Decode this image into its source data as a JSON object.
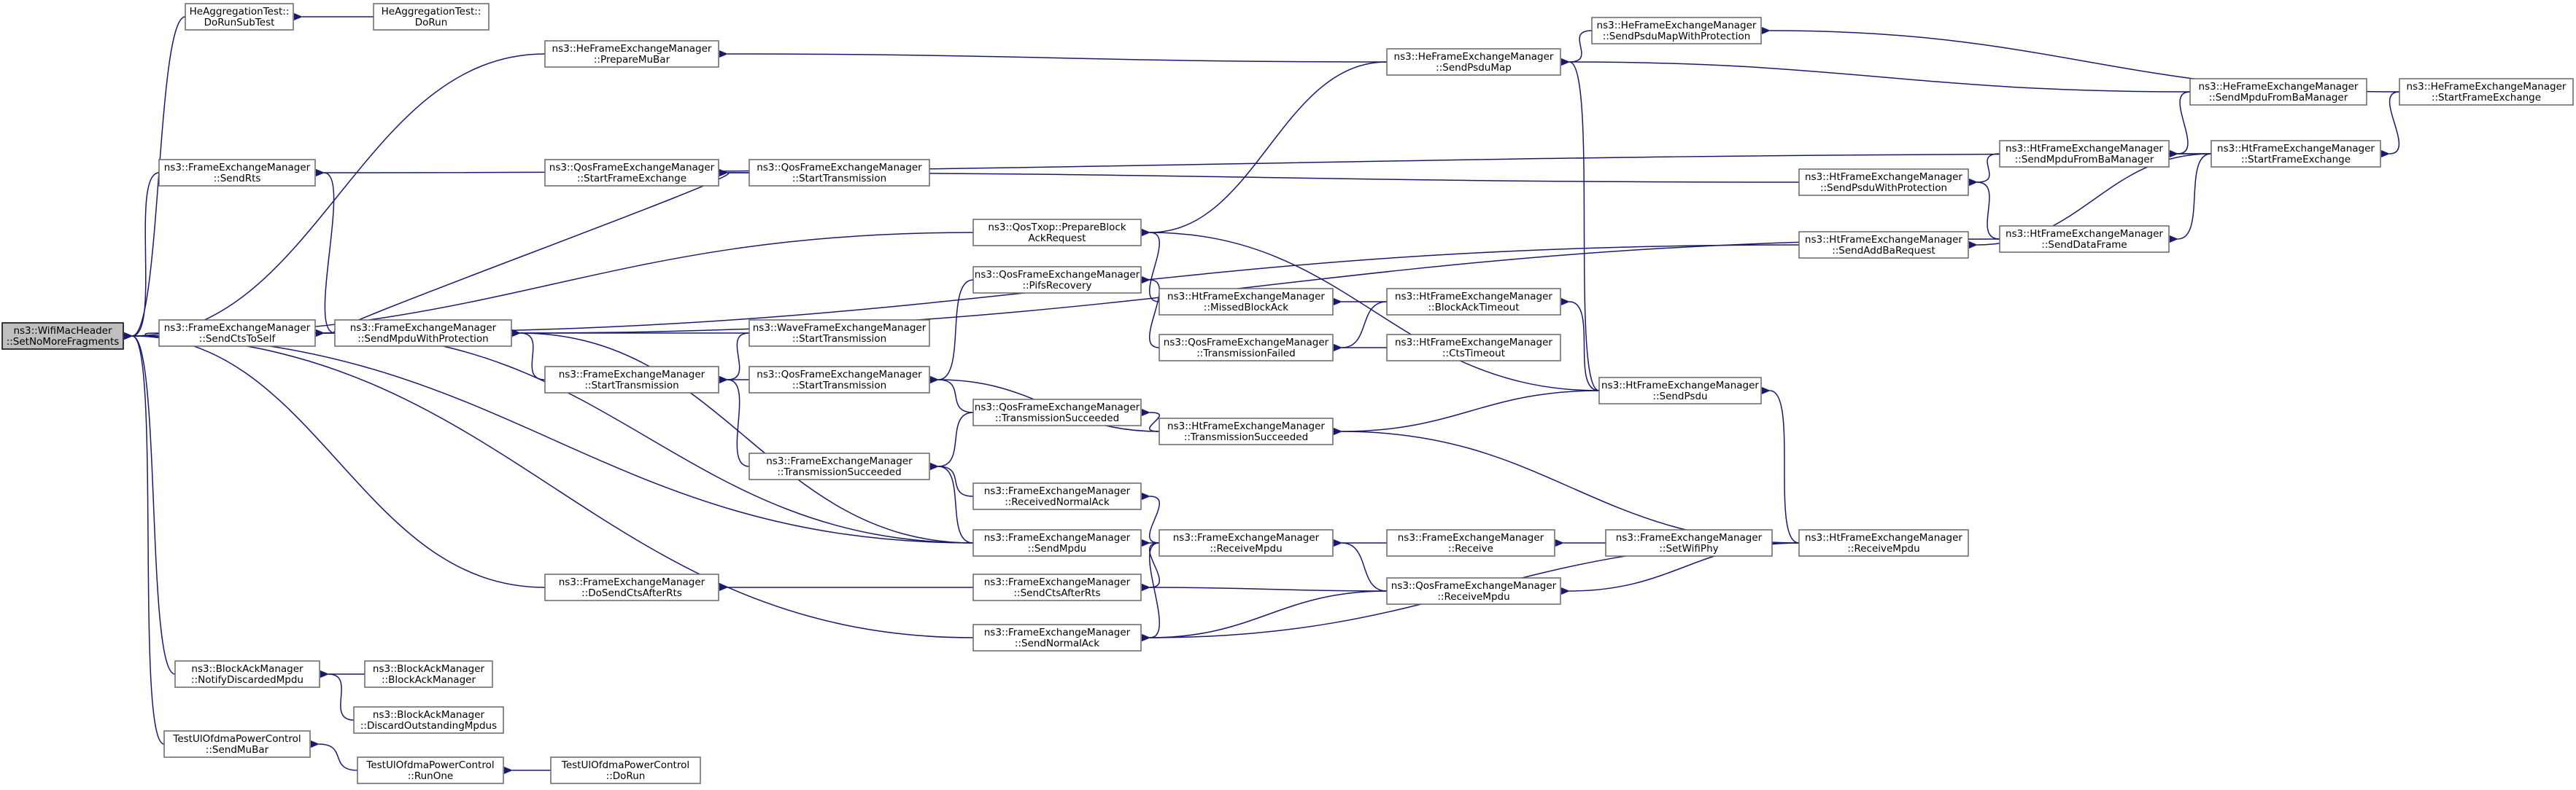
{
  "diagram": {
    "type": "call-graph",
    "nodes": [
      {
        "id": "root",
        "lines": [
          "ns3::WifiMacHeader",
          "::SetNoMoreFragments"
        ],
        "highlight": true
      },
      {
        "id": "hea_dorunsub",
        "lines": [
          "HeAggregationTest::",
          "DoRunSubTest"
        ]
      },
      {
        "id": "hea_dorun",
        "lines": [
          "HeAggregationTest::",
          "DoRun"
        ]
      },
      {
        "id": "he_preparemubar",
        "lines": [
          "ns3::HeFrameExchangeManager",
          "::PrepareMuBar"
        ]
      },
      {
        "id": "fem_sendrts",
        "lines": [
          "ns3::FrameExchangeManager",
          "::SendRts"
        ]
      },
      {
        "id": "qfem_startfe",
        "lines": [
          "ns3::QosFrameExchangeManager",
          "::StartFrameExchange"
        ]
      },
      {
        "id": "qfem_starttx_a",
        "lines": [
          "ns3::QosFrameExchangeManager",
          "::StartTransmission"
        ]
      },
      {
        "id": "fem_sendcts",
        "lines": [
          "ns3::FrameExchangeManager",
          "::SendCtsToSelf"
        ]
      },
      {
        "id": "fem_sendmpdu_wp",
        "lines": [
          "ns3::FrameExchangeManager",
          "::SendMpduWithProtection"
        ]
      },
      {
        "id": "wave_starttx",
        "lines": [
          "ns3::WaveFrameExchangeManager",
          "::StartTransmission"
        ]
      },
      {
        "id": "fem_starttx",
        "lines": [
          "ns3::FrameExchangeManager",
          "::StartTransmission"
        ]
      },
      {
        "id": "qfem_starttx_b",
        "lines": [
          "ns3::QosFrameExchangeManager",
          "::StartTransmission"
        ]
      },
      {
        "id": "fem_txsucc",
        "lines": [
          "ns3::FrameExchangeManager",
          "::TransmissionSucceeded"
        ]
      },
      {
        "id": "fem_recvnormalack",
        "lines": [
          "ns3::FrameExchangeManager",
          "::ReceivedNormalAck"
        ]
      },
      {
        "id": "fem_sendmpdu",
        "lines": [
          "ns3::FrameExchangeManager",
          "::SendMpdu"
        ]
      },
      {
        "id": "fem_dosendcts",
        "lines": [
          "ns3::FrameExchangeManager",
          "::DoSendCtsAfterRts"
        ]
      },
      {
        "id": "fem_sendcts_rts",
        "lines": [
          "ns3::FrameExchangeManager",
          "::SendCtsAfterRts"
        ]
      },
      {
        "id": "fem_sendnormalack",
        "lines": [
          "ns3::FrameExchangeManager",
          "::SendNormalAck"
        ]
      },
      {
        "id": "bam_notify",
        "lines": [
          "ns3::BlockAckManager",
          "::NotifyDiscardedMpdu"
        ]
      },
      {
        "id": "bam_bam",
        "lines": [
          "ns3::BlockAckManager",
          "::BlockAckManager"
        ]
      },
      {
        "id": "bam_discard",
        "lines": [
          "ns3::BlockAckManager",
          "::DiscardOutstandingMpdus"
        ]
      },
      {
        "id": "tu_sendmubar",
        "lines": [
          "TestUlOfdmaPowerControl",
          "::SendMuBar"
        ]
      },
      {
        "id": "tu_runone",
        "lines": [
          "TestUlOfdmaPowerControl",
          "::RunOne"
        ]
      },
      {
        "id": "tu_dorun",
        "lines": [
          "TestUlOfdmaPowerControl",
          "::DoRun"
        ]
      },
      {
        "id": "qtxop_prepare",
        "lines": [
          "ns3::QosTxop::PrepareBlock",
          "AckRequest"
        ]
      },
      {
        "id": "qfem_pifs",
        "lines": [
          "ns3::QosFrameExchangeManager",
          "::PifsRecovery"
        ]
      },
      {
        "id": "qfem_txsucc",
        "lines": [
          "ns3::QosFrameExchangeManager",
          "::TransmissionSucceeded"
        ]
      },
      {
        "id": "ht_missedba",
        "lines": [
          "ns3::HtFrameExchangeManager",
          "::MissedBlockAck"
        ]
      },
      {
        "id": "qfem_txfailed",
        "lines": [
          "ns3::QosFrameExchangeManager",
          "::TransmissionFailed"
        ]
      },
      {
        "id": "ht_txsucc",
        "lines": [
          "ns3::HtFrameExchangeManager",
          "::TransmissionSucceeded"
        ]
      },
      {
        "id": "fem_receivempdu",
        "lines": [
          "ns3::FrameExchangeManager",
          "::ReceiveMpdu"
        ]
      },
      {
        "id": "fem_receive",
        "lines": [
          "ns3::FrameExchangeManager",
          "::Receive"
        ]
      },
      {
        "id": "fem_setwifiphy",
        "lines": [
          "ns3::FrameExchangeManager",
          "::SetWifiPhy"
        ]
      },
      {
        "id": "qfem_receivempdu",
        "lines": [
          "ns3::QosFrameExchangeManager",
          "::ReceiveMpdu"
        ]
      },
      {
        "id": "ht_batimeout",
        "lines": [
          "ns3::HtFrameExchangeManager",
          "::BlockAckTimeout"
        ]
      },
      {
        "id": "ht_ctstimeout",
        "lines": [
          "ns3::HtFrameExchangeManager",
          "::CtsTimeout"
        ]
      },
      {
        "id": "he_sendpsdumap",
        "lines": [
          "ns3::HeFrameExchangeManager",
          "::SendPsduMap"
        ]
      },
      {
        "id": "he_sendpsdumap_wp",
        "lines": [
          "ns3::HeFrameExchangeManager",
          "::SendPsduMapWithProtection"
        ]
      },
      {
        "id": "ht_sendpsdu_wp",
        "lines": [
          "ns3::HtFrameExchangeManager",
          "::SendPsduWithProtection"
        ]
      },
      {
        "id": "ht_sendaddba",
        "lines": [
          "ns3::HtFrameExchangeManager",
          "::SendAddBaRequest"
        ]
      },
      {
        "id": "ht_sendpsdu",
        "lines": [
          "ns3::HtFrameExchangeManager",
          "::SendPsdu"
        ]
      },
      {
        "id": "ht_receivempdu",
        "lines": [
          "ns3::HtFrameExchangeManager",
          "::ReceiveMpdu"
        ]
      },
      {
        "id": "ht_sendmpdufromba",
        "lines": [
          "ns3::HtFrameExchangeManager",
          "::SendMpduFromBaManager"
        ]
      },
      {
        "id": "ht_senddataframe",
        "lines": [
          "ns3::HtFrameExchangeManager",
          "::SendDataFrame"
        ]
      },
      {
        "id": "he_sendmpdufromba",
        "lines": [
          "ns3::HeFrameExchangeManager",
          "::SendMpduFromBaManager"
        ]
      },
      {
        "id": "ht_startfe",
        "lines": [
          "ns3::HtFrameExchangeManager",
          "::StartFrameExchange"
        ]
      },
      {
        "id": "he_startfe",
        "lines": [
          "ns3::HeFrameExchangeManager",
          "::StartFrameExchange"
        ]
      }
    ],
    "edges": [
      [
        "hea_dorunsub",
        "root"
      ],
      [
        "hea_dorun",
        "hea_dorunsub"
      ],
      [
        "he_preparemubar",
        "root"
      ],
      [
        "fem_sendrts",
        "root"
      ],
      [
        "fem_sendcts",
        "root"
      ],
      [
        "fem_sendmpdu_wp",
        "root"
      ],
      [
        "fem_sendmpdu",
        "root"
      ],
      [
        "fem_dosendcts",
        "root"
      ],
      [
        "fem_sendnormalack",
        "root"
      ],
      [
        "bam_notify",
        "root"
      ],
      [
        "tu_sendmubar",
        "root"
      ],
      [
        "qtxop_prepare",
        "root"
      ],
      [
        "he_sendpsdumap",
        "he_preparemubar"
      ],
      [
        "he_sendpsdumap_wp",
        "he_sendpsdumap"
      ],
      [
        "he_sendmpdufromba",
        "he_sendpsdumap"
      ],
      [
        "he_startfe",
        "he_sendpsdumap_wp"
      ],
      [
        "ht_startfe",
        "fem_sendrts"
      ],
      [
        "fem_sendmpdu_wp",
        "fem_sendrts"
      ],
      [
        "qfem_starttx_a",
        "qfem_startfe"
      ],
      [
        "fem_sendmpdu_wp",
        "qfem_startfe"
      ],
      [
        "ht_sendpsdu_wp",
        "qfem_startfe"
      ],
      [
        "fem_sendmpdu_wp",
        "fem_sendcts"
      ],
      [
        "ht_sendaddba",
        "fem_sendcts"
      ],
      [
        "fem_sendmpdu",
        "fem_sendcts"
      ],
      [
        "wave_starttx",
        "fem_sendmpdu_wp"
      ],
      [
        "fem_starttx",
        "fem_sendmpdu_wp"
      ],
      [
        "ht_senddataframe",
        "fem_sendmpdu_wp"
      ],
      [
        "fem_sendmpdu",
        "fem_sendmpdu_wp"
      ],
      [
        "wave_starttx",
        "fem_starttx"
      ],
      [
        "qfem_starttx_b",
        "fem_starttx"
      ],
      [
        "fem_txsucc",
        "fem_starttx"
      ],
      [
        "qfem_pifs",
        "qfem_starttx_b"
      ],
      [
        "qfem_txsucc",
        "qfem_starttx_b"
      ],
      [
        "ht_txsucc",
        "qfem_starttx_b"
      ],
      [
        "qfem_txsucc",
        "fem_txsucc"
      ],
      [
        "fem_recvnormalack",
        "fem_txsucc"
      ],
      [
        "fem_sendmpdu",
        "fem_txsucc"
      ],
      [
        "fem_receivempdu",
        "fem_recvnormalack"
      ],
      [
        "fem_receivempdu",
        "fem_sendmpdu"
      ],
      [
        "fem_sendcts_rts",
        "fem_dosendcts"
      ],
      [
        "fem_receivempdu",
        "fem_sendcts_rts"
      ],
      [
        "qfem_receivempdu",
        "fem_sendcts_rts"
      ],
      [
        "fem_receivempdu",
        "fem_sendnormalack"
      ],
      [
        "qfem_receivempdu",
        "fem_sendnormalack"
      ],
      [
        "ht_receivempdu",
        "fem_sendnormalack"
      ],
      [
        "bam_bam",
        "bam_notify"
      ],
      [
        "bam_discard",
        "bam_notify"
      ],
      [
        "tu_runone",
        "tu_sendmubar"
      ],
      [
        "tu_dorun",
        "tu_runone"
      ],
      [
        "ht_missedba",
        "qtxop_prepare"
      ],
      [
        "ht_sendpsdu",
        "qtxop_prepare"
      ],
      [
        "he_sendpsdumap",
        "qtxop_prepare"
      ],
      [
        "qfem_txfailed",
        "qfem_pifs"
      ],
      [
        "ht_txsucc",
        "qfem_txsucc"
      ],
      [
        "ht_batimeout",
        "ht_missedba"
      ],
      [
        "ht_batimeout",
        "qfem_txfailed"
      ],
      [
        "ht_ctstimeout",
        "qfem_txfailed"
      ],
      [
        "ht_sendpsdu",
        "ht_txsucc"
      ],
      [
        "ht_receivempdu",
        "ht_txsucc"
      ],
      [
        "fem_receive",
        "fem_receivempdu"
      ],
      [
        "qfem_receivempdu",
        "fem_receivempdu"
      ],
      [
        "fem_setwifiphy",
        "fem_receive"
      ],
      [
        "ht_receivempdu",
        "qfem_receivempdu"
      ],
      [
        "ht_sendpsdu",
        "ht_batimeout"
      ],
      [
        "ht_sendpsdu",
        "he_sendpsdumap"
      ],
      [
        "ht_receivempdu",
        "ht_sendpsdu"
      ],
      [
        "ht_sendmpdufromba",
        "ht_sendpsdu_wp"
      ],
      [
        "ht_senddataframe",
        "ht_sendpsdu_wp"
      ],
      [
        "ht_startfe",
        "ht_sendaddba"
      ],
      [
        "ht_startfe",
        "ht_sendmpdufromba"
      ],
      [
        "he_sendmpdufromba",
        "ht_sendmpdufromba"
      ],
      [
        "ht_startfe",
        "ht_senddataframe"
      ],
      [
        "he_startfe",
        "ht_startfe"
      ]
    ]
  }
}
